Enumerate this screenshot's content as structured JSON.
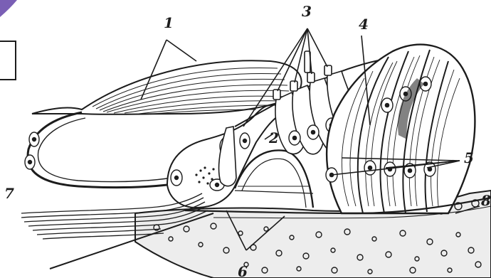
{
  "colors": {
    "ink": "#1c1c1c",
    "corner_accent": "#7a5fb5",
    "background": "#ffffff"
  },
  "labels": {
    "l1": "1",
    "l2": "2",
    "l3": "3",
    "l4": "4",
    "l5": "5",
    "l6": "6",
    "l7": "7",
    "l8": "8"
  }
}
